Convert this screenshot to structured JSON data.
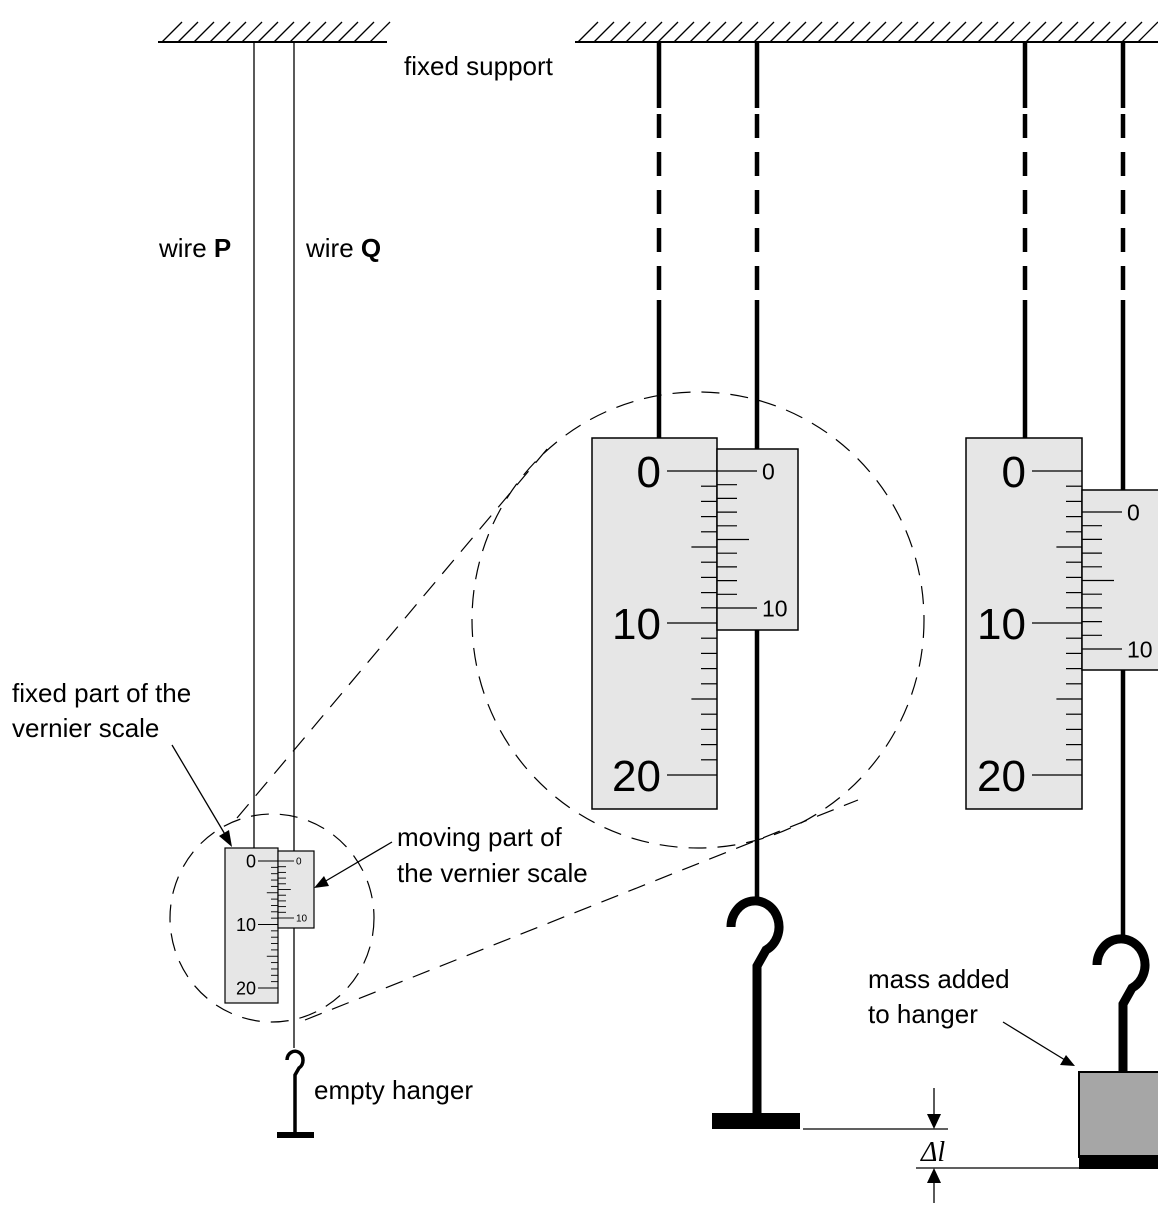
{
  "labels": {
    "fixed_support": "fixed support",
    "wire_p_prefix": "wire ",
    "wire_p_letter": "P",
    "wire_q_prefix": "wire ",
    "wire_q_letter": "Q",
    "fixed_part_line1": "fixed part of the",
    "fixed_part_line2": "vernier scale",
    "moving_part_line1": "moving part of",
    "moving_part_line2": "the vernier scale",
    "empty_hanger": "empty hanger",
    "mass_added_line1": "mass added",
    "mass_added_line2": "to hanger",
    "extension_symbol": "Δl"
  },
  "main_scale": {
    "labels": [
      "0",
      "10",
      "20"
    ],
    "divisions": 20
  },
  "vernier_scale": {
    "labels": [
      "0",
      "10"
    ],
    "divisions": 10
  },
  "colors": {
    "scale_fill": "#e6e6e6",
    "mass_fill": "#a6a6a6",
    "ink": "#000000"
  }
}
